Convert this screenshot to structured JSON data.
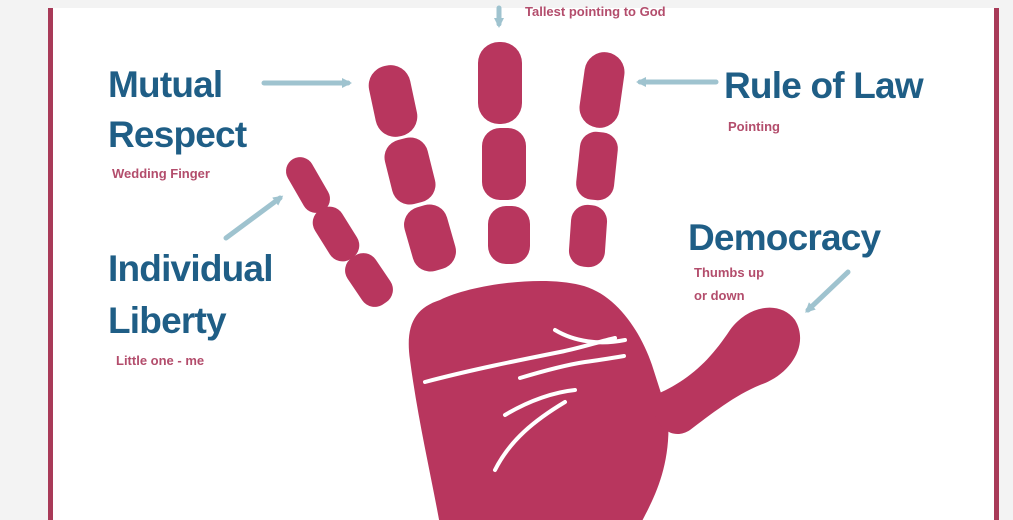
{
  "colors": {
    "hand": "#b8365e",
    "heading": "#1f5e86",
    "subtext": "#b34d6c",
    "arrow": "#9fc3cf",
    "frame": "#a83a58"
  },
  "labels": {
    "top_note": "Tallest pointing to God",
    "mutual_respect": {
      "title_line1": "Mutual",
      "title_line2": "Respect",
      "subtitle": "Wedding Finger"
    },
    "rule_of_law": {
      "title": "Rule of Law",
      "subtitle": "Pointing"
    },
    "individual_liberty": {
      "title_line1": "Individual",
      "title_line2": "Liberty",
      "subtitle": "Little one - me"
    },
    "democracy": {
      "title": "Democracy",
      "subtitle_line1": "Thumbs up",
      "subtitle_line2": "or down"
    }
  }
}
